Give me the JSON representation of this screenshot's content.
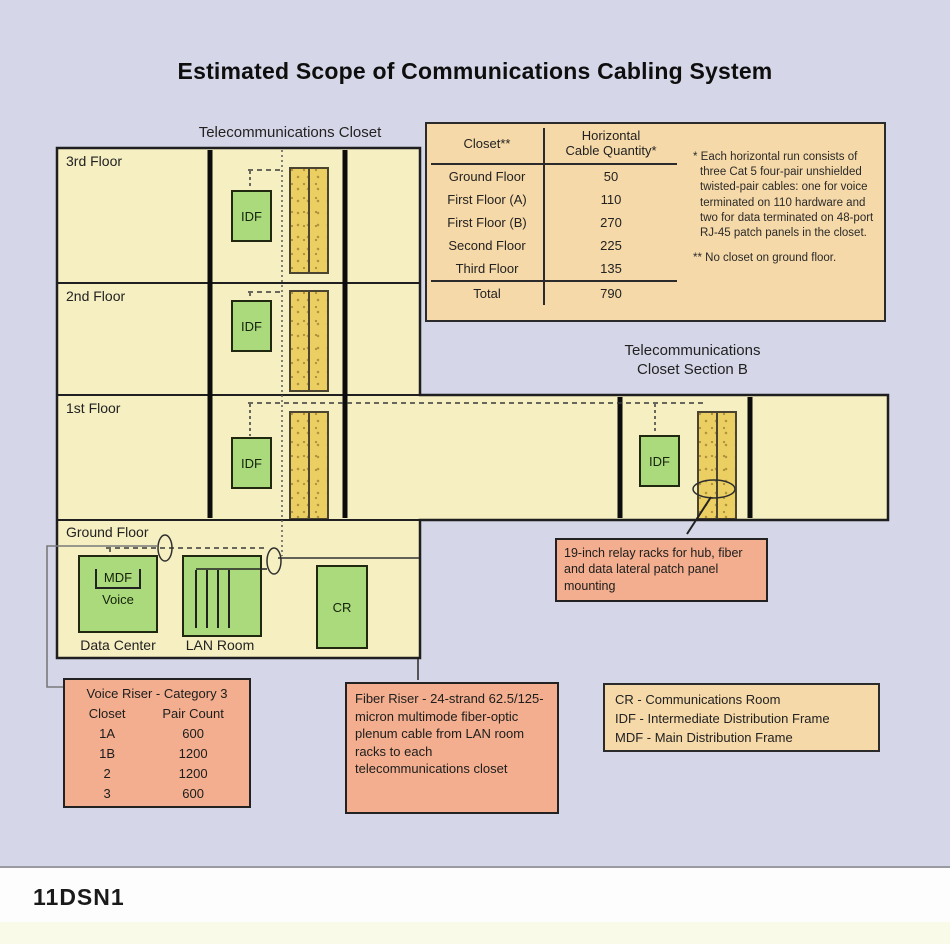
{
  "title": "Estimated Scope of Communications Cabling System",
  "figure_id": "11DSN1",
  "building": {
    "closet_label": "Telecommunications Closet",
    "section_b_label_line1": "Telecommunications",
    "section_b_label_line2": "Closet Section B",
    "floors": [
      "3rd Floor",
      "2nd Floor",
      "1st Floor",
      "Ground Floor"
    ],
    "idf_label": "IDF",
    "mdf_label": "MDF",
    "voice_label": "Voice",
    "cr_label": "CR",
    "data_center_label": "Data Center",
    "lan_room_label": "LAN Room"
  },
  "cable_table": {
    "col1_header": "Closet**",
    "col2_header_line1": "Horizontal",
    "col2_header_line2": "Cable Quantity*",
    "rows": [
      [
        "Ground Floor",
        "50"
      ],
      [
        "First Floor (A)",
        "110"
      ],
      [
        "First Floor (B)",
        "270"
      ],
      [
        "Second Floor",
        "225"
      ],
      [
        "Third Floor",
        "135"
      ]
    ],
    "total_label": "Total",
    "total_value": "790"
  },
  "notes": {
    "note1": "* Each horizontal run consists of three Cat 5 four-pair unshielded twisted-pair cables: one for voice terminated on 110 hardware and two for data terminated on 48-port RJ-45 patch panels in the closet.",
    "note2": "** No closet on ground floor."
  },
  "callouts": {
    "relay_racks": "19-inch relay racks for hub, fiber and data lateral patch panel mounting",
    "fiber_riser": "Fiber Riser - 24-strand 62.5/125-micron multimode fiber-optic plenum cable from LAN room racks to each telecommunications closet",
    "voice_riser": {
      "title": "Voice Riser - Category 3",
      "col1": "Closet",
      "col2": "Pair Count",
      "rows": [
        [
          "1A",
          "600"
        ],
        [
          "1B",
          "1200"
        ],
        [
          "2",
          "1200"
        ],
        [
          "3",
          "600"
        ]
      ]
    }
  },
  "legend": [
    "CR - Communications Room",
    "IDF - Intermediate Distribution Frame",
    "MDF - Main Distribution Frame"
  ],
  "colors": {
    "page_background": "#d5d7e8",
    "floor_fill": "#f5efc2",
    "riser_fill": "#eccf63",
    "panel_tan": "#f6d9a8",
    "callout_pink": "#f2ae8e",
    "equipment_green": "#aada7c",
    "line_dark": "#1f1f1f"
  }
}
